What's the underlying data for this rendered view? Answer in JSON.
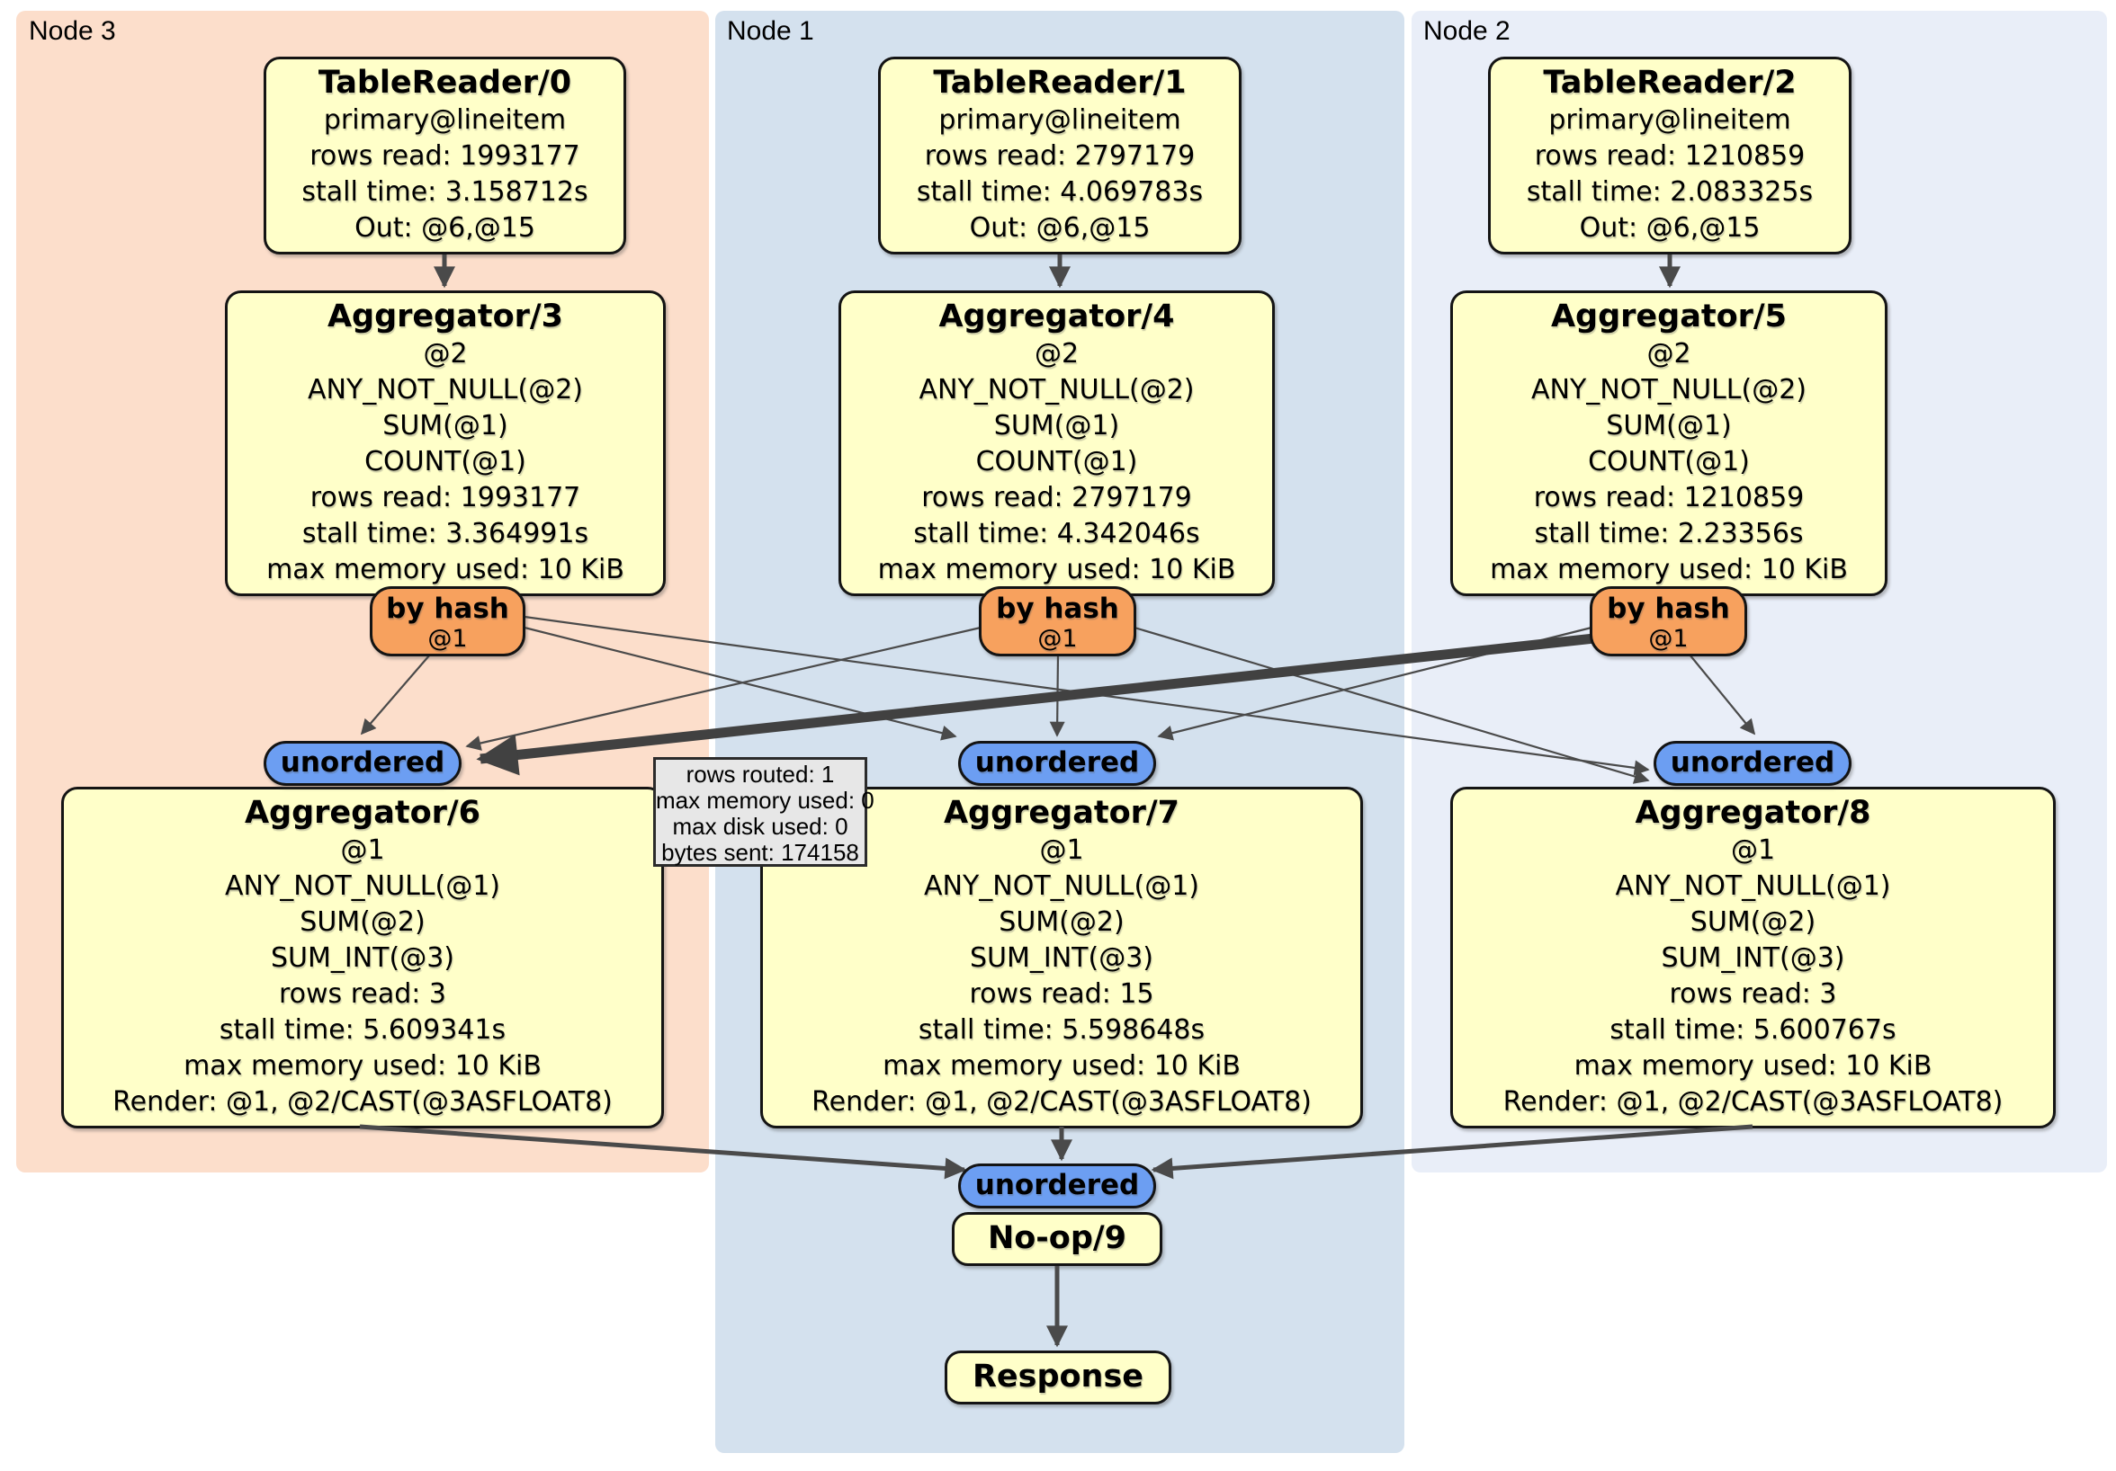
{
  "diagram": {
    "kind": "distributed query plan",
    "colors": {
      "background": "#ffffff",
      "panel_node3": "#fcdecb",
      "panel_node1": "#d4e1ee",
      "panel_node2": "#e9eef8",
      "processor_fill": "#ffffc9",
      "hash_router_fill": "#f7a15e",
      "stream_router_fill": "#6c9ef2",
      "edge_color": "#4a4a4a",
      "tooltip_fill": "#e7e7e7"
    }
  },
  "panels": [
    {
      "label": "Node 3"
    },
    {
      "label": "Node 1"
    },
    {
      "label": "Node 2"
    }
  ],
  "processors": [
    {
      "title": "TableReader/0",
      "lines": [
        "primary@lineitem",
        "rows read: 1993177",
        "stall time: 3.158712s",
        "Out: @6,@15"
      ]
    },
    {
      "title": "TableReader/1",
      "lines": [
        "primary@lineitem",
        "rows read: 2797179",
        "stall time: 4.069783s",
        "Out: @6,@15"
      ]
    },
    {
      "title": "TableReader/2",
      "lines": [
        "primary@lineitem",
        "rows read: 1210859",
        "stall time: 2.083325s",
        "Out: @6,@15"
      ]
    },
    {
      "title": "Aggregator/3",
      "lines": [
        "@2",
        "ANY_NOT_NULL(@2)",
        "SUM(@1)",
        "COUNT(@1)",
        "rows read: 1993177",
        "stall time: 3.364991s",
        "max memory used: 10 KiB"
      ]
    },
    {
      "title": "Aggregator/4",
      "lines": [
        "@2",
        "ANY_NOT_NULL(@2)",
        "SUM(@1)",
        "COUNT(@1)",
        "rows read: 2797179",
        "stall time: 4.342046s",
        "max memory used: 10 KiB"
      ]
    },
    {
      "title": "Aggregator/5",
      "lines": [
        "@2",
        "ANY_NOT_NULL(@2)",
        "SUM(@1)",
        "COUNT(@1)",
        "rows read: 1210859",
        "stall time: 2.23356s",
        "max memory used: 10 KiB"
      ]
    },
    {
      "title": "Aggregator/6",
      "lines": [
        "@1",
        "ANY_NOT_NULL(@1)",
        "SUM(@2)",
        "SUM_INT(@3)",
        "rows read: 3",
        "stall time: 5.609341s",
        "max memory used: 10 KiB",
        "Render: @1, @2/CAST(@3ASFLOAT8)"
      ]
    },
    {
      "title": "Aggregator/7",
      "lines": [
        "@1",
        "ANY_NOT_NULL(@1)",
        "SUM(@2)",
        "SUM_INT(@3)",
        "rows read: 15",
        "stall time: 5.598648s",
        "max memory used: 10 KiB",
        "Render: @1, @2/CAST(@3ASFLOAT8)"
      ]
    },
    {
      "title": "Aggregator/8",
      "lines": [
        "@1",
        "ANY_NOT_NULL(@1)",
        "SUM(@2)",
        "SUM_INT(@3)",
        "rows read: 3",
        "stall time: 5.600767s",
        "max memory used: 10 KiB",
        "Render: @1, @2/CAST(@3ASFLOAT8)"
      ]
    },
    {
      "title": "No-op/9",
      "lines": []
    },
    {
      "title": "Response",
      "lines": []
    }
  ],
  "hash_routers": [
    {
      "label": "by hash",
      "key": "@1"
    },
    {
      "label": "by hash",
      "key": "@1"
    },
    {
      "label": "by hash",
      "key": "@1"
    }
  ],
  "unordered_routers": [
    {
      "label": "unordered"
    },
    {
      "label": "unordered"
    },
    {
      "label": "unordered"
    },
    {
      "label": "unordered"
    }
  ],
  "tooltip": {
    "lines": [
      "rows routed: 1",
      "max memory used: 0",
      "max disk used: 0",
      "bytes sent: 174158"
    ]
  }
}
